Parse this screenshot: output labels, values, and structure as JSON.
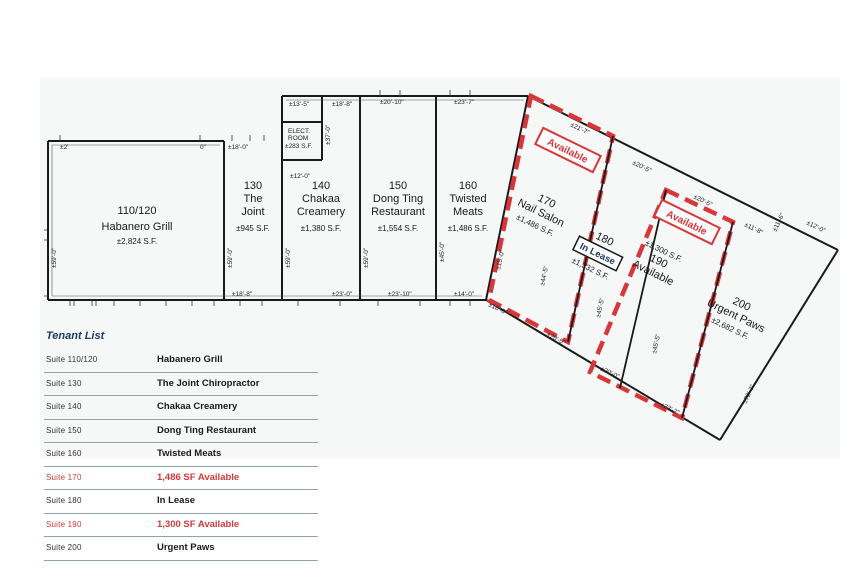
{
  "units": [
    {
      "id": "110-120",
      "num": "110/120",
      "name": "Habanero Grill",
      "sf": "±2,824 S.F."
    },
    {
      "id": "130",
      "num": "130",
      "name": "The",
      "name2": "Joint",
      "sf": "±945 S.F."
    },
    {
      "id": "140",
      "num": "140",
      "name": "Chakaa",
      "name2": "Creamery",
      "sf": "±1,380 S.F."
    },
    {
      "id": "150",
      "num": "150",
      "name": "Dong Ting",
      "name2": "Restaurant",
      "sf": "±1,554 S.F."
    },
    {
      "id": "160",
      "num": "160",
      "name": "Twisted",
      "name2": "Meats",
      "sf": "±1,486 S.F."
    },
    {
      "id": "170",
      "num": "170",
      "name": "Nail Salon",
      "sf": "±1,486 S.F."
    },
    {
      "id": "180",
      "num": "180",
      "badge": "In Lease",
      "sf": "±1,332 S.F."
    },
    {
      "id": "190",
      "num": "190",
      "name": "Available",
      "sf": "±1,300 S.F."
    },
    {
      "id": "200",
      "num": "200",
      "name": "Urgent Paws",
      "sf": "±2,682 S.F."
    }
  ],
  "elect_room": {
    "line1": "ELECT.",
    "line2": "ROOM",
    "sf": "±283 S.F."
  },
  "available_tags": [
    "Available",
    "Available"
  ],
  "dimensions": [
    "±2'",
    "0\"",
    "±18'-0\"",
    "±13'-5\"",
    "±18'-8\"",
    "±20'-10\"",
    "±23'-7\"",
    "±37'-0\"",
    "±12'-0\"",
    "±59'-0\"",
    "±59'-0\"",
    "±59'-0\"",
    "±59'-0\"",
    "±45'-0\"",
    "±18'-8\"",
    "±23'-0\"",
    "±23'-10\"",
    "±14'-0\"",
    "±21'-7\"",
    "±20'-5\"",
    "±20'-5\"",
    "±11'-8\"",
    "±11'-6\"",
    "±12'-0\"",
    "±15'-0\"",
    "±16'-0\"",
    "±20'-5\"",
    "±20'-0\"",
    "±44'-5\"",
    "±45'-5\"",
    "±45'-5\"",
    "±23'-2\"",
    "±72'-7\""
  ],
  "tenant_list": {
    "title": "Tenant List",
    "rows": [
      {
        "suite": "Suite 110/120",
        "tenant": "Habanero Grill",
        "available": false
      },
      {
        "suite": "Suite 130",
        "tenant": "The Joint Chiropractor",
        "available": false
      },
      {
        "suite": "Suite 140",
        "tenant": "Chakaa Creamery",
        "available": false
      },
      {
        "suite": "Suite 150",
        "tenant": "Dong Ting Restaurant",
        "available": false
      },
      {
        "suite": "Suite 160",
        "tenant": "Twisted Meats",
        "available": false
      },
      {
        "suite": "Suite 170",
        "tenant": "1,486 SF Available",
        "available": true
      },
      {
        "suite": "Suite 180",
        "tenant": "In Lease",
        "available": false
      },
      {
        "suite": "Suite 190",
        "tenant": "1,300 SF Available",
        "available": true
      },
      {
        "suite": "Suite 200",
        "tenant": "Urgent Paws",
        "available": false
      }
    ]
  },
  "colors": {
    "available_red": "#d8373a",
    "wall": "#1a1a1a",
    "list_title": "#1e3a5f",
    "list_rule": "#8fa3ad"
  }
}
